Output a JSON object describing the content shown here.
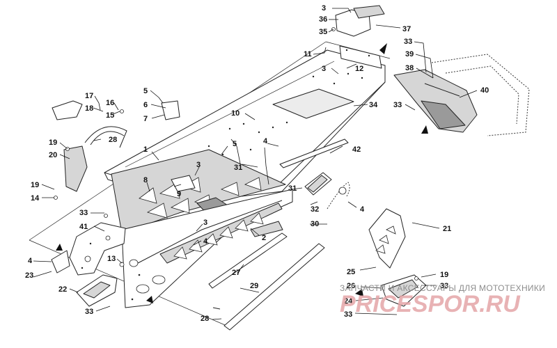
{
  "diagram": {
    "callouts": [
      "1",
      "2",
      "3",
      "4",
      "5",
      "6",
      "7",
      "8",
      "9",
      "10",
      "11",
      "12",
      "13",
      "14",
      "15",
      "16",
      "17",
      "18",
      "19",
      "20",
      "21",
      "22",
      "23",
      "24",
      "25",
      "26",
      "27",
      "28",
      "29",
      "30",
      "31",
      "32",
      "33",
      "34",
      "35",
      "36",
      "37",
      "38",
      "39",
      "40",
      "41",
      "42"
    ]
  },
  "watermark": {
    "caption": "ЗАПЧАСТИ И АКСЕССУАРЫ ДЛЯ МОТОТЕХНИКИ",
    "logo": "PRICESPOR.RU"
  },
  "colors": {
    "line": "#222222",
    "fill_gray": "#d6d6d6",
    "watermark_logo": "#e4a5a8"
  }
}
